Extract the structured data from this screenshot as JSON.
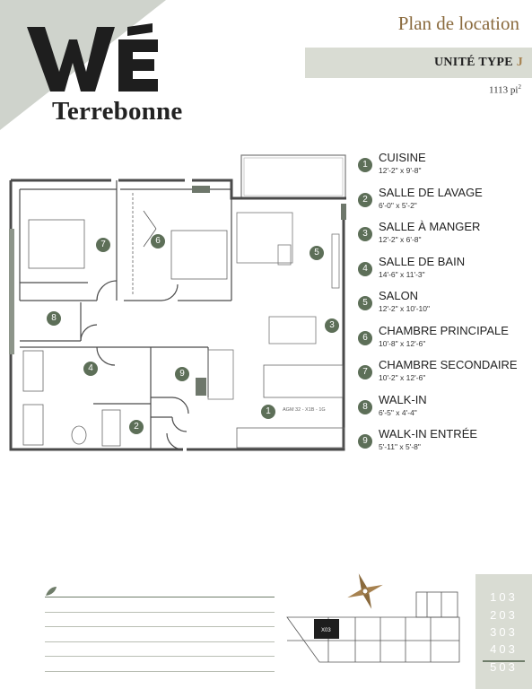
{
  "header": {
    "logo_text": "WE",
    "city": "Terrebonne",
    "plan_title": "Plan de location",
    "unit_type_label": "UNITÉ TYPE",
    "unit_type_letter": "J",
    "area_value": "1113 pi",
    "area_exp": "2"
  },
  "legend": [
    {
      "num": "1",
      "name": "CUISINE",
      "dim": "12'-2\" x 9'-8\""
    },
    {
      "num": "2",
      "name": "SALLE DE LAVAGE",
      "dim": "6'-0\" x 5'-2\""
    },
    {
      "num": "3",
      "name": "SALLE À MANGER",
      "dim": "12'-2\" x 6'-8\""
    },
    {
      "num": "4",
      "name": "SALLE DE BAIN",
      "dim": "14'-6\" x 11'-3\""
    },
    {
      "num": "5",
      "name": "SALON",
      "dim": "12'-2\" x 10'-10\""
    },
    {
      "num": "6",
      "name": "CHAMBRE PRINCIPALE",
      "dim": "10'-8\" x 12'-6\""
    },
    {
      "num": "7",
      "name": "CHAMBRE SECONDAIRE",
      "dim": "10'-2\" x 12'-6\""
    },
    {
      "num": "8",
      "name": "WALK-IN",
      "dim": "6'-5\" x 4'-4\""
    },
    {
      "num": "9",
      "name": "WALK-IN ENTRÉE",
      "dim": "5'-11\" x 5'-8\""
    }
  ],
  "plan_labels": {
    "kitchen_note": "AGM 32 - X1B - 1G",
    "key_unit": "X03"
  },
  "floors": [
    "103",
    "203",
    "303",
    "403",
    "503"
  ],
  "colors": {
    "accent_green": "#5d6f58",
    "accent_gold": "#8a6a3d",
    "band": "#d9dcd3"
  }
}
